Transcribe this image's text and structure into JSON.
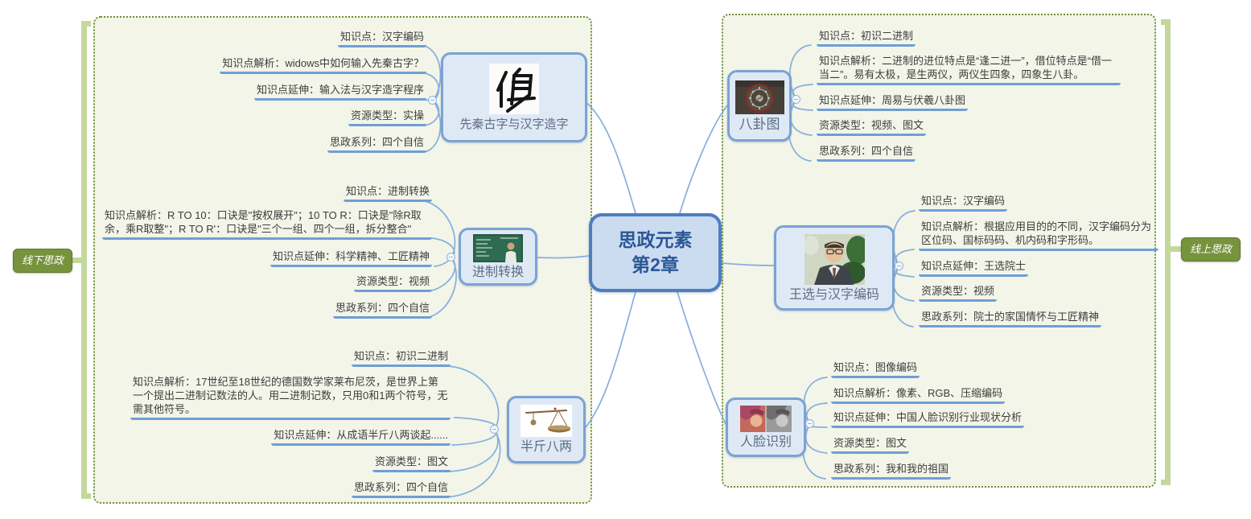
{
  "central": {
    "line1": "思政元素",
    "line2": "第2章"
  },
  "side_labels": {
    "left": "线下思政",
    "right": "线上思政"
  },
  "colors": {
    "central_fill": "#cbdcf0",
    "central_border": "#4d7ebf",
    "central_text": "#2b5796",
    "node_fill": "#dfe9f6",
    "node_border": "#7aa3d4",
    "node_title_text": "#5c6d83",
    "underline_blue": "#6f9ed6",
    "connector_blue": "#86aede",
    "group_fill": "#f2f5e8",
    "group_dotted_border": "#6d9038",
    "bracket_green": "#c5d89c",
    "label_green": "#77933c",
    "label_text": "#ffffff",
    "child_text": "#3d3d3d"
  },
  "groups": {
    "left": {
      "branches": [
        {
          "title": "先秦古字与汉字造字",
          "image": "ancient-glyph-image",
          "children": [
            "知识点：汉字编码",
            "知识点解析：widows中如何输入先秦古字？",
            "知识点延伸：输入法与汉字造字程序",
            "资源类型：实操",
            "思政系列：四个自信"
          ]
        },
        {
          "title": "进制转换",
          "image": "lecture-video-thumbnail",
          "children": [
            "知识点：进制转换",
            "知识点解析：R TO 10：口诀是\"按权展开\"；10 TO R：口诀是\"除R取余，乘R取整\"；R TO R'：口诀是\"三个一组、四个一组，拆分整合\"",
            "知识点延伸：科学精神、工匠精神",
            "资源类型：视频",
            "思政系列：四个自信"
          ]
        },
        {
          "title": "半斤八两",
          "image": "balance-scale-image",
          "children": [
            "知识点：初识二进制",
            "知识点解析：17世纪至18世纪的德国数学家莱布尼茨，是世界上第一个提出二进制记数法的人。用二进制记数，只用0和1两个符号，无需其他符号。",
            "知识点延伸：从成语半斤八两谈起......",
            "资源类型：图文",
            "思政系列：四个自信"
          ]
        }
      ]
    },
    "right": {
      "branches": [
        {
          "title": "八卦图",
          "image": "bagua-disc-image",
          "children": [
            "知识点：初识二进制",
            "知识点解析：二进制的进位特点是“逢二进一”，借位特点是“借一当二”。易有太极，是生两仪，两仪生四象，四象生八卦。",
            "知识点延伸：周易与伏羲八卦图",
            "资源类型：视频、图文",
            "思政系列：四个自信"
          ]
        },
        {
          "title": "王选与汉字编码",
          "image": "wang-xuan-photo",
          "children": [
            "知识点：汉字编码",
            "知识点解析：根据应用目的的不同，汉字编码分为区位码、国标码码、机内码和字形码。",
            "知识点延伸：王选院士",
            "资源类型：视频",
            "思政系列：院士的家国情怀与工匠精神"
          ]
        },
        {
          "title": "人脸识别",
          "image": "face-recognition-image",
          "children": [
            "知识点：图像编码",
            "知识点解析：像素、RGB、压缩编码",
            "知识点延伸：中国人脸识别行业现状分析",
            "资源类型：图文",
            "思政系列：我和我的祖国"
          ]
        }
      ]
    }
  }
}
